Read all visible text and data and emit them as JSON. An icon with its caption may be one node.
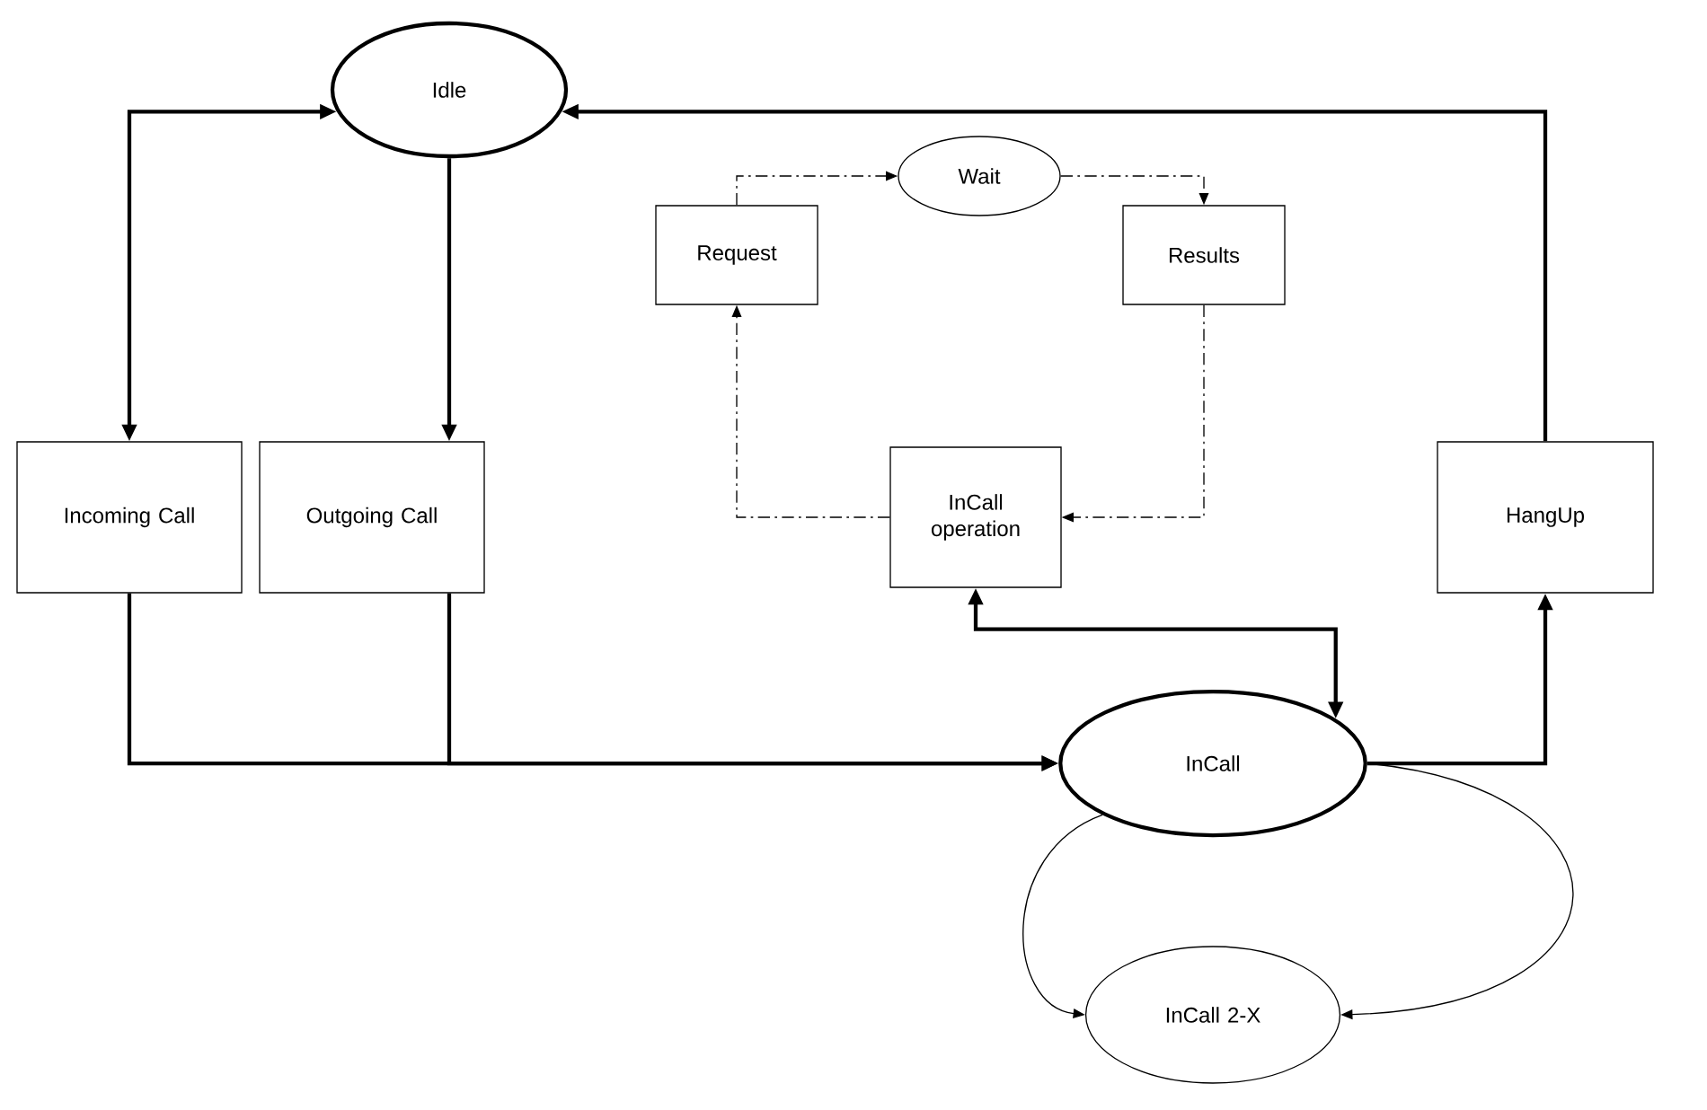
{
  "diagram": {
    "nodes": [
      {
        "text": [
          "Idle"
        ]
      },
      {
        "text": [
          "Wait"
        ]
      },
      {
        "text": [
          "Request"
        ]
      },
      {
        "text": [
          "Results"
        ]
      },
      {
        "text": [
          "Incoming Call"
        ]
      },
      {
        "text": [
          "Outgoing Call"
        ]
      },
      {
        "text": [
          "InCall operation"
        ]
      },
      {
        "text": [
          "HangUp"
        ]
      },
      {
        "text": [
          "InCall"
        ]
      },
      {
        "text": [
          "InCall 2-X"
        ]
      }
    ],
    "edges": [
      {
        "from": 4,
        "to": 0,
        "arrow": "both"
      },
      {
        "from": 0,
        "to": 5,
        "arrow": "to"
      },
      {
        "from": 4,
        "to": 8,
        "arrow": "to"
      },
      {
        "from": 5,
        "to": 8,
        "arrow": "to"
      },
      {
        "from": 6,
        "to": 8,
        "arrow": "both"
      },
      {
        "from": 8,
        "to": 7,
        "arrow": "to"
      },
      {
        "from": 7,
        "to": 0,
        "arrow": "to"
      },
      {
        "from": 2,
        "to": 1,
        "arrow": "to",
        "style": "dashed"
      },
      {
        "from": 1,
        "to": 3,
        "arrow": "to",
        "style": "dashed"
      },
      {
        "from": 3,
        "to": 6,
        "arrow": "to",
        "style": "dashed"
      },
      {
        "from": 6,
        "to": 2,
        "arrow": "to",
        "style": "dashed"
      },
      {
        "from": 8,
        "to": 9,
        "arrow": "to"
      },
      {
        "from": 8,
        "to": 9,
        "arrow": "to"
      }
    ]
  }
}
